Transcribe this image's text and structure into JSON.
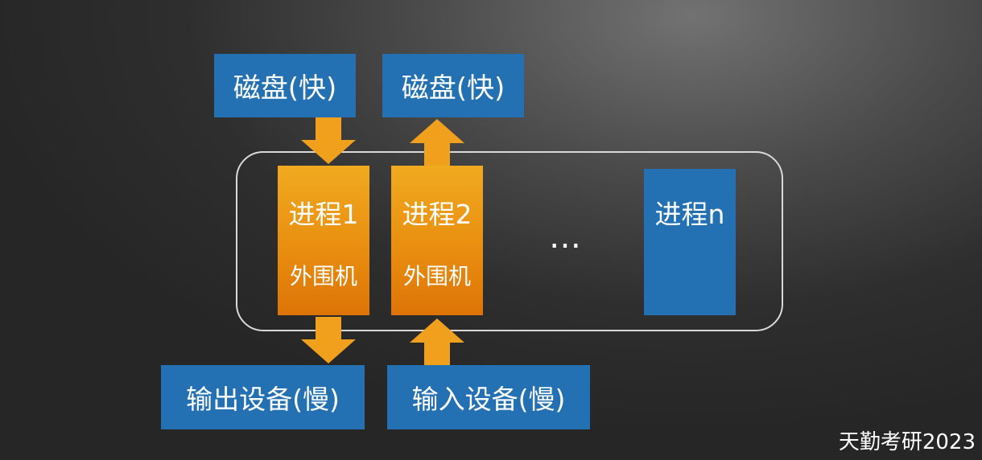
{
  "disks": {
    "left_label": "磁盘(快)",
    "right_label": "磁盘(快)"
  },
  "processes": [
    {
      "title": "进程1",
      "subtitle": "外围机"
    },
    {
      "title": "进程2",
      "subtitle": "外围机"
    },
    {
      "title": "进程n"
    }
  ],
  "ellipsis": "…",
  "devices": {
    "output_label": "输出设备(慢)",
    "input_label": "输入设备(慢)"
  },
  "watermark": "天勤考研2023",
  "colors": {
    "box_blue": "#2370b3",
    "process_orange": "#e98e10",
    "arrow_orange": "#f0a01c",
    "outline": "#d9d9d9"
  },
  "icons": {
    "arrow_down": "arrow-down-icon",
    "arrow_up": "arrow-up-icon"
  }
}
